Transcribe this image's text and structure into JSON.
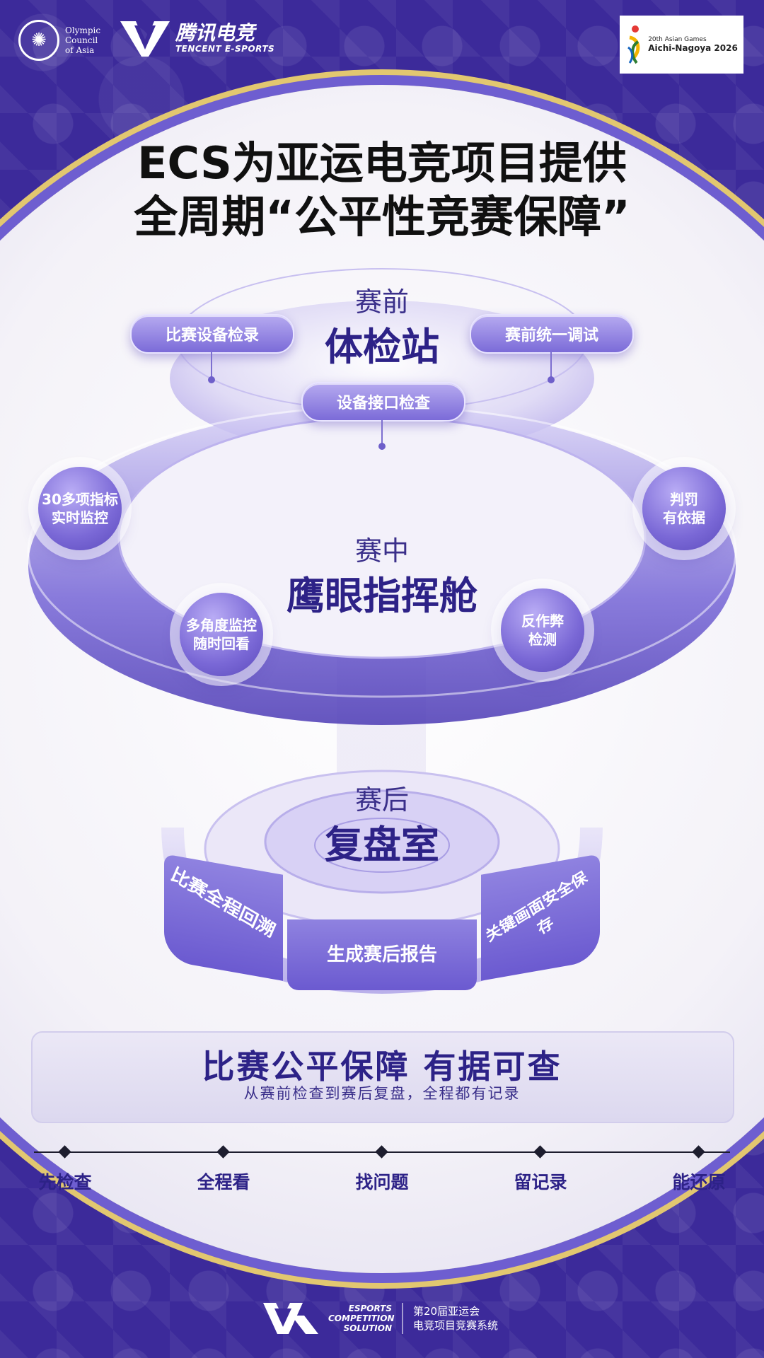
{
  "header": {
    "oca_logo_text": "Olympic Council of Asia",
    "tencent_cn": "腾讯电竞",
    "tencent_en": "TENCENT E-SPORTS",
    "asian_games_line1": "20th Asian Games",
    "asian_games_line2": "Aichi-Nagoya 2026"
  },
  "title": {
    "line1": "ECS为亚运电竞项目提供",
    "line2": "全周期“公平性竞赛保障”"
  },
  "pre_match": {
    "label": "赛前",
    "name": "体检站",
    "tags": [
      "比赛设备检录",
      "赛前统一调试",
      "设备接口检查"
    ]
  },
  "in_match": {
    "label": "赛中",
    "name": "鹰眼指挥舱",
    "badges": [
      {
        "line1": "30多项指标",
        "line2": "实时监控"
      },
      {
        "line1": "判罚",
        "line2": "有依据"
      },
      {
        "line1": "多角度监控",
        "line2": "随时回看"
      },
      {
        "line1": "反作弊",
        "line2": "检测"
      }
    ]
  },
  "post_match": {
    "label": "赛后",
    "name": "复盘室",
    "segments": [
      "比赛全程回溯",
      "生成赛后报告",
      "关键画面安全保存"
    ]
  },
  "banner": {
    "title": "比赛公平保障 有据可查",
    "subtitle": "从赛前检查到赛后复盘，全程都有记录"
  },
  "steps": [
    "先检查",
    "全程看",
    "找问题",
    "留记录",
    "能还原"
  ],
  "footer": {
    "ecs_en": "ESPORTS COMPETITION SOLUTION",
    "line1": "第20届亚运会",
    "line2": "电竞项目竞赛系统"
  },
  "colors": {
    "background": "#3c2a9a",
    "accent": "#6e5ed0",
    "gold": "#e2c770",
    "text_dark": "#2d2287"
  }
}
